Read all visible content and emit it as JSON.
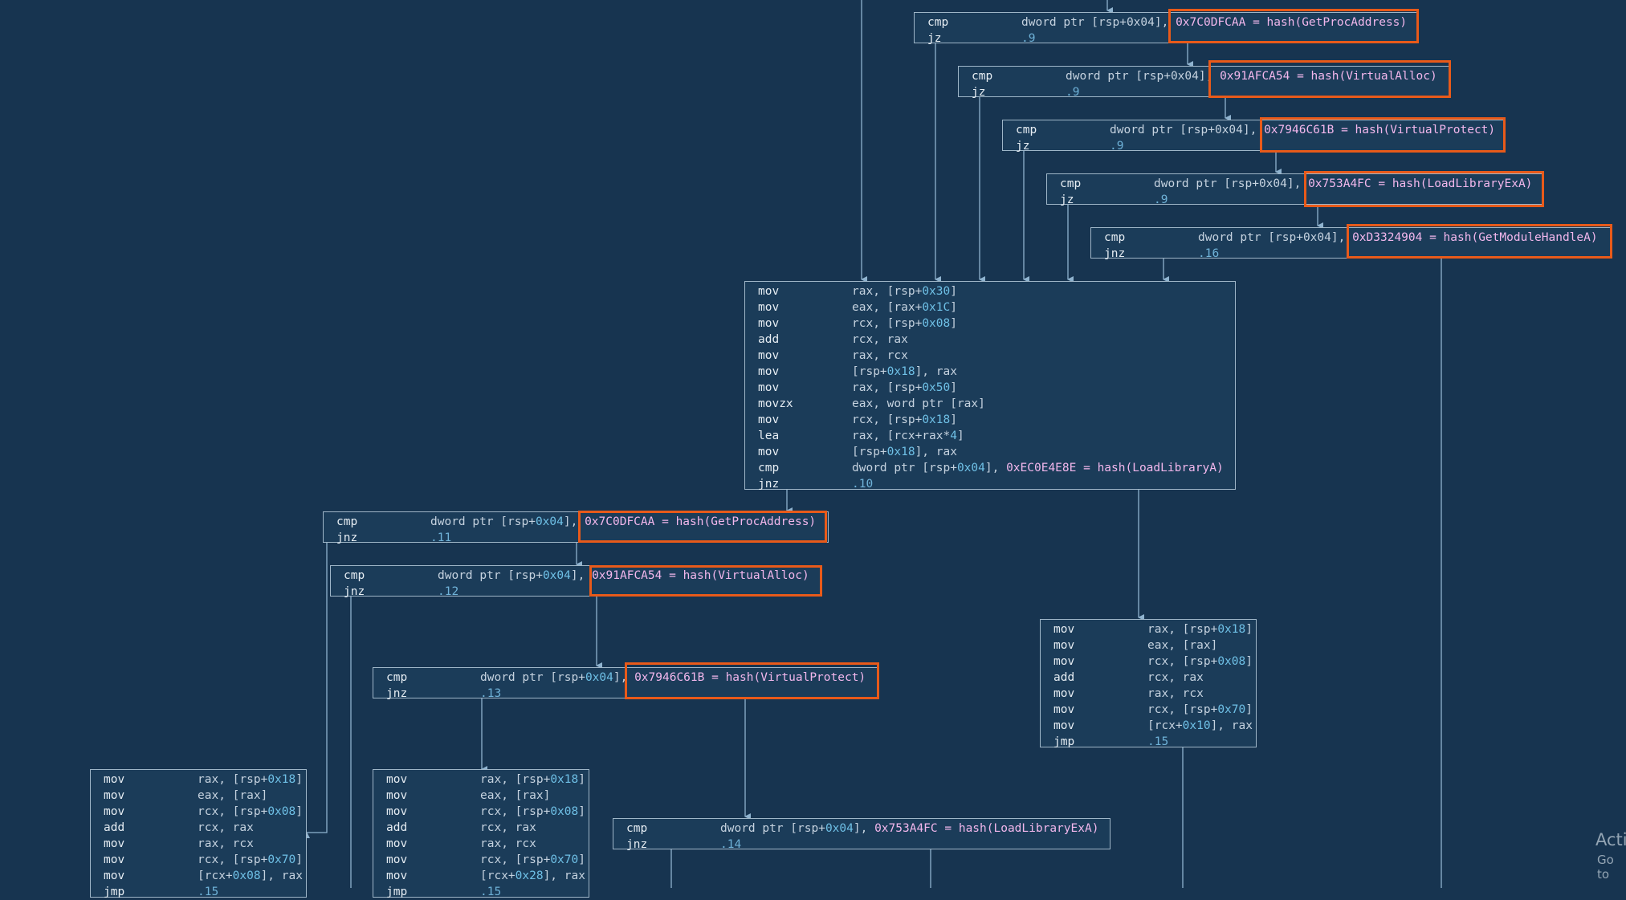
{
  "graph": {
    "colors": {
      "background": "#173450",
      "block_fill": "#1b3c59",
      "block_border": "#9fb6c8",
      "edge": "#8fb3cf",
      "highlight": "#e85a1a",
      "hash_text": "#f2b7ec",
      "number_text": "#6fc0e6"
    },
    "blocks": [
      {
        "id": "chain1",
        "lines": [
          {
            "mn": "cmp",
            "op": [
              "dword ptr [rsp+0x04], ",
              {
                "h": "0x7C0DFCAA = hash(GetProcAddress)"
              }
            ]
          },
          {
            "mn": "jz",
            "op": [
              {
                "l": ".9"
              }
            ]
          }
        ]
      },
      {
        "id": "chain2",
        "lines": [
          {
            "mn": "cmp",
            "op": [
              "dword ptr [rsp+0x04], ",
              {
                "h": "0x91AFCA54 = hash(VirtualAlloc)"
              }
            ]
          },
          {
            "mn": "jz",
            "op": [
              {
                "l": ".9"
              }
            ]
          }
        ]
      },
      {
        "id": "chain3",
        "lines": [
          {
            "mn": "cmp",
            "op": [
              "dword ptr [rsp+0x04], ",
              {
                "h": "0x7946C61B = hash(VirtualProtect)"
              }
            ]
          },
          {
            "mn": "jz",
            "op": [
              {
                "l": ".9"
              }
            ]
          }
        ]
      },
      {
        "id": "chain4",
        "lines": [
          {
            "mn": "cmp",
            "op": [
              "dword ptr [rsp+0x04], ",
              {
                "h": "0x753A4FC = hash(LoadLibraryExA)"
              }
            ]
          },
          {
            "mn": "jz",
            "op": [
              {
                "l": ".9"
              }
            ]
          }
        ]
      },
      {
        "id": "chain5",
        "lines": [
          {
            "mn": "cmp",
            "op": [
              "dword ptr [rsp+0x04], ",
              {
                "h": "0xD3324904 = hash(GetModuleHandleA)"
              }
            ]
          },
          {
            "mn": "jnz",
            "op": [
              {
                "l": ".16"
              }
            ]
          }
        ]
      },
      {
        "id": "main",
        "lines": [
          {
            "mn": "mov",
            "op": [
              "rax, [rsp+",
              {
                "n": "0x30"
              },
              "]"
            ]
          },
          {
            "mn": "mov",
            "op": [
              "eax, [rax+",
              {
                "n": "0x1C"
              },
              "]"
            ]
          },
          {
            "mn": "mov",
            "op": [
              "rcx, [rsp+",
              {
                "n": "0x08"
              },
              "]"
            ]
          },
          {
            "mn": "add",
            "op": [
              "rcx, rax"
            ]
          },
          {
            "mn": "mov",
            "op": [
              "rax, rcx"
            ]
          },
          {
            "mn": "mov",
            "op": [
              "[rsp+",
              {
                "n": "0x18"
              },
              "], rax"
            ]
          },
          {
            "mn": "mov",
            "op": [
              "rax, [rsp+",
              {
                "n": "0x50"
              },
              "]"
            ]
          },
          {
            "mn": "movzx",
            "op": [
              "eax, word ptr [rax]"
            ]
          },
          {
            "mn": "mov",
            "op": [
              "rcx, [rsp+",
              {
                "n": "0x18"
              },
              "]"
            ]
          },
          {
            "mn": "lea",
            "op": [
              "rax, [rcx+rax*",
              {
                "n": "4"
              },
              "]"
            ]
          },
          {
            "mn": "mov",
            "op": [
              "[rsp+",
              {
                "n": "0x18"
              },
              "], rax"
            ]
          },
          {
            "mn": "cmp",
            "op": [
              "dword ptr [rsp+",
              {
                "n": "0x04"
              },
              "], ",
              {
                "h": "0xEC0E4E8E = hash(LoadLibraryA)"
              }
            ]
          },
          {
            "mn": "jnz",
            "op": [
              {
                "l": ".10"
              }
            ]
          }
        ]
      },
      {
        "id": "left1",
        "lines": [
          {
            "mn": "cmp",
            "op": [
              "dword ptr [rsp+",
              {
                "n": "0x04"
              },
              "], ",
              {
                "h": "0x7C0DFCAA = hash(GetProcAddress)"
              }
            ]
          },
          {
            "mn": "jnz",
            "op": [
              {
                "l": ".11"
              }
            ]
          }
        ]
      },
      {
        "id": "left2",
        "lines": [
          {
            "mn": "cmp",
            "op": [
              "dword ptr [rsp+",
              {
                "n": "0x04"
              },
              "], ",
              {
                "h": "0x91AFCA54 = hash(VirtualAlloc)"
              }
            ]
          },
          {
            "mn": "jnz",
            "op": [
              {
                "l": ".12"
              }
            ]
          }
        ]
      },
      {
        "id": "left3",
        "lines": [
          {
            "mn": "cmp",
            "op": [
              "dword ptr [rsp+",
              {
                "n": "0x04"
              },
              "], ",
              {
                "h": "0x7946C61B = hash(VirtualProtect)"
              }
            ]
          },
          {
            "mn": "jnz",
            "op": [
              {
                "l": ".13"
              }
            ]
          }
        ]
      },
      {
        "id": "right",
        "lines": [
          {
            "mn": "mov",
            "op": [
              "rax, [rsp+",
              {
                "n": "0x18"
              },
              "]"
            ]
          },
          {
            "mn": "mov",
            "op": [
              "eax, [rax]"
            ]
          },
          {
            "mn": "mov",
            "op": [
              "rcx, [rsp+",
              {
                "n": "0x08"
              },
              "]"
            ]
          },
          {
            "mn": "add",
            "op": [
              "rcx, rax"
            ]
          },
          {
            "mn": "mov",
            "op": [
              "rax, rcx"
            ]
          },
          {
            "mn": "mov",
            "op": [
              "rcx, [rsp+",
              {
                "n": "0x70"
              },
              "]"
            ]
          },
          {
            "mn": "mov",
            "op": [
              "[rcx+",
              {
                "n": "0x10"
              },
              "], rax"
            ]
          },
          {
            "mn": "jmp",
            "op": [
              {
                "l": ".15"
              }
            ]
          }
        ]
      },
      {
        "id": "bottom_left",
        "lines": [
          {
            "mn": "mov",
            "op": [
              "rax, [rsp+",
              {
                "n": "0x18"
              },
              "]"
            ]
          },
          {
            "mn": "mov",
            "op": [
              "eax, [rax]"
            ]
          },
          {
            "mn": "mov",
            "op": [
              "rcx, [rsp+",
              {
                "n": "0x08"
              },
              "]"
            ]
          },
          {
            "mn": "add",
            "op": [
              "rcx, rax"
            ]
          },
          {
            "mn": "mov",
            "op": [
              "rax, rcx"
            ]
          },
          {
            "mn": "mov",
            "op": [
              "rcx, [rsp+",
              {
                "n": "0x70"
              },
              "]"
            ]
          },
          {
            "mn": "mov",
            "op": [
              "[rcx+",
              {
                "n": "0x08"
              },
              "], rax"
            ]
          },
          {
            "mn": "jmp",
            "op": [
              {
                "l": ".15"
              }
            ]
          }
        ]
      },
      {
        "id": "bottom_mid",
        "lines": [
          {
            "mn": "mov",
            "op": [
              "rax, [rsp+",
              {
                "n": "0x18"
              },
              "]"
            ]
          },
          {
            "mn": "mov",
            "op": [
              "eax, [rax]"
            ]
          },
          {
            "mn": "mov",
            "op": [
              "rcx, [rsp+",
              {
                "n": "0x08"
              },
              "]"
            ]
          },
          {
            "mn": "add",
            "op": [
              "rcx, rax"
            ]
          },
          {
            "mn": "mov",
            "op": [
              "rax, rcx"
            ]
          },
          {
            "mn": "mov",
            "op": [
              "rcx, [rsp+",
              {
                "n": "0x70"
              },
              "]"
            ]
          },
          {
            "mn": "mov",
            "op": [
              "[rcx+",
              {
                "n": "0x28"
              },
              "], rax"
            ]
          },
          {
            "mn": "jmp",
            "op": [
              {
                "l": ".15"
              }
            ]
          }
        ]
      },
      {
        "id": "bottom_right",
        "lines": [
          {
            "mn": "cmp",
            "op": [
              "dword ptr [rsp+",
              {
                "n": "0x04"
              },
              "], ",
              {
                "h": "0x753A4FC = hash(LoadLibraryExA)"
              }
            ]
          },
          {
            "mn": "jnz",
            "op": [
              {
                "l": ".14"
              }
            ]
          }
        ]
      }
    ]
  },
  "watermark": {
    "line1": "Acti",
    "line2": "Go to"
  }
}
